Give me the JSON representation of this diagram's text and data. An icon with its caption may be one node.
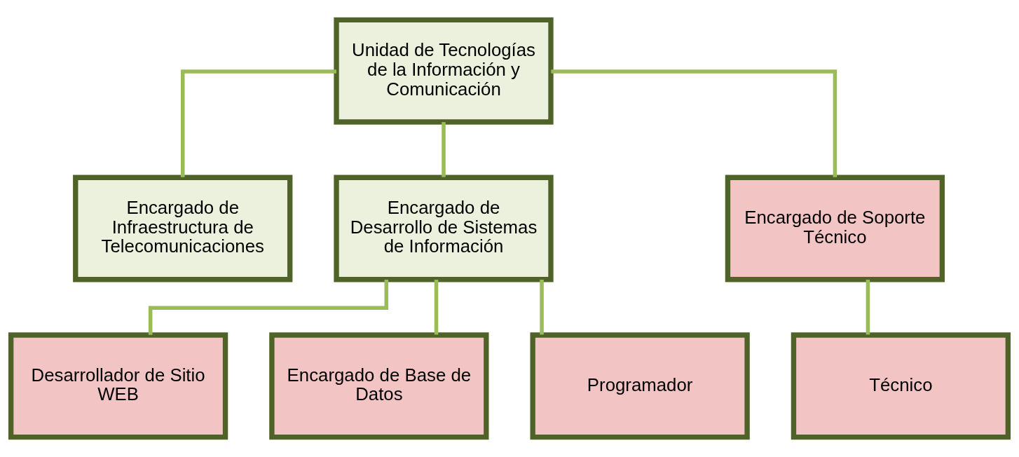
{
  "diagram": {
    "nodes": [
      {
        "text": [
          "Unidad de Tecnologías de la Información y Comunicación"
        ]
      },
      {
        "text": [
          "Encargado de Infraestructura de Telecomunicaciones"
        ]
      },
      {
        "text": [
          "Encargado de Desarrollo de Sistemas de Información"
        ]
      },
      {
        "text": [
          "Encargado de Soporte Técnico"
        ]
      },
      {
        "text": [
          "Desarrollador de Sitio WEB"
        ]
      },
      {
        "text": [
          "Encargado de Base de Datos"
        ]
      },
      {
        "text": [
          "Programador"
        ]
      },
      {
        "text": [
          "Técnico"
        ]
      }
    ],
    "edges": [
      {
        "from": 0,
        "to": 1,
        "arrow": "none"
      },
      {
        "from": 0,
        "to": 2,
        "arrow": "none"
      },
      {
        "from": 0,
        "to": 3,
        "arrow": "none"
      },
      {
        "from": 2,
        "to": 4,
        "arrow": "none"
      },
      {
        "from": 2,
        "to": 5,
        "arrow": "none"
      },
      {
        "from": 2,
        "to": 6,
        "arrow": "none"
      },
      {
        "from": 3,
        "to": 7,
        "arrow": "none"
      }
    ]
  }
}
